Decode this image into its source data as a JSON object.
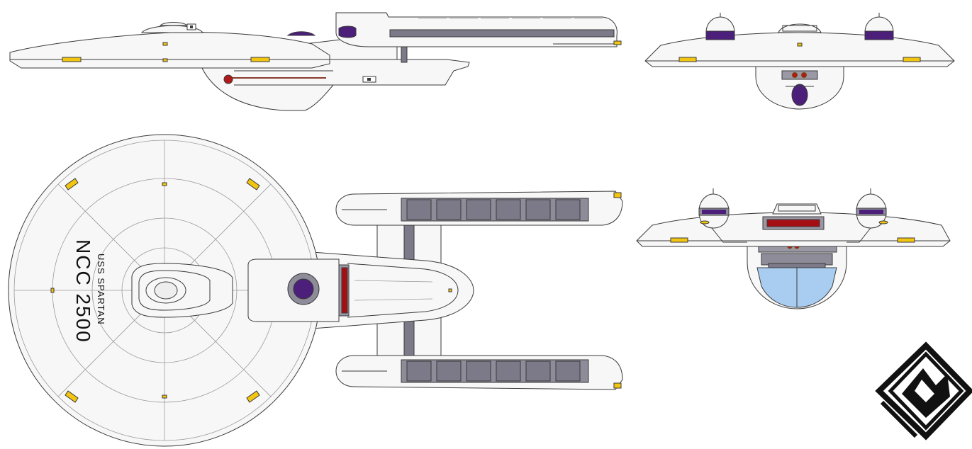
{
  "ship": {
    "name": "USS SPARTAN",
    "registry": "NCC 2500"
  },
  "colors": {
    "hull": "#f7f7f7",
    "outline": "#3a3a3a",
    "grid": "#9a9a9a",
    "panel": "#7c7a88",
    "accent_purple": "#4b1f7a",
    "accent_red": "#a50f14",
    "accent_yellow": "#f2c511",
    "window_blue": "#a9cdf0"
  },
  "views": [
    "side",
    "top",
    "front",
    "rear"
  ],
  "logo": {
    "icon": "creator-monogram-logo"
  }
}
